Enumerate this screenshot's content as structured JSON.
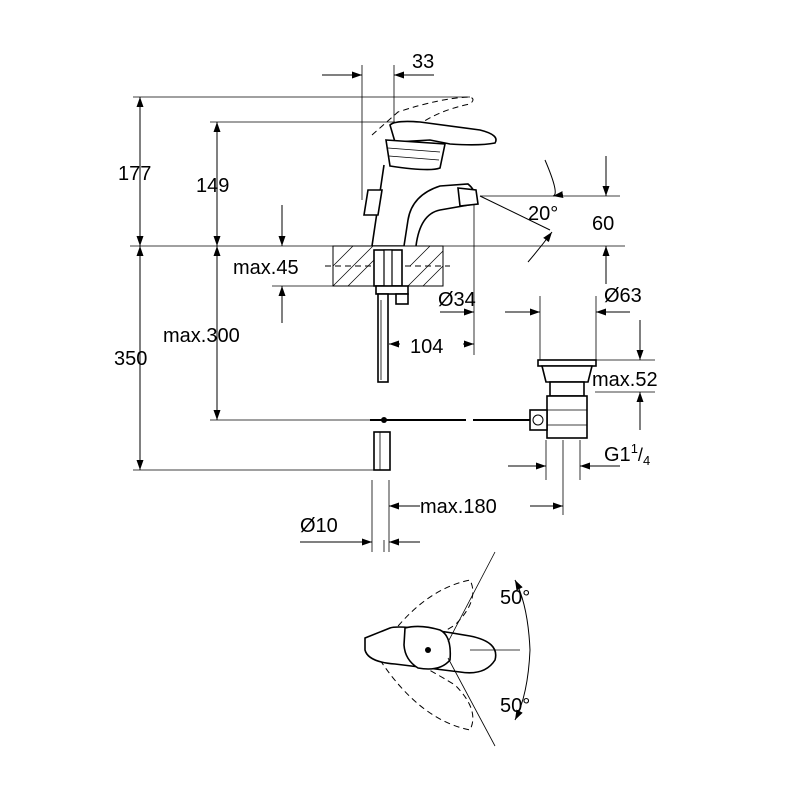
{
  "dimensions": {
    "d33": "33",
    "d177": "177",
    "d149": "149",
    "d20deg": "20°",
    "d60": "60",
    "dmax45": "max.45",
    "d34": "Ø34",
    "d63": "Ø63",
    "dmax300": "max.300",
    "d104": "104",
    "d350": "350",
    "dmax52": "max.52",
    "dG1_main": "G1",
    "dG1_sup": "1",
    "dG1_sub": "4",
    "dmax180": "max.180",
    "d10": "Ø10",
    "d50top": "50°",
    "d50bottom": "50°"
  }
}
